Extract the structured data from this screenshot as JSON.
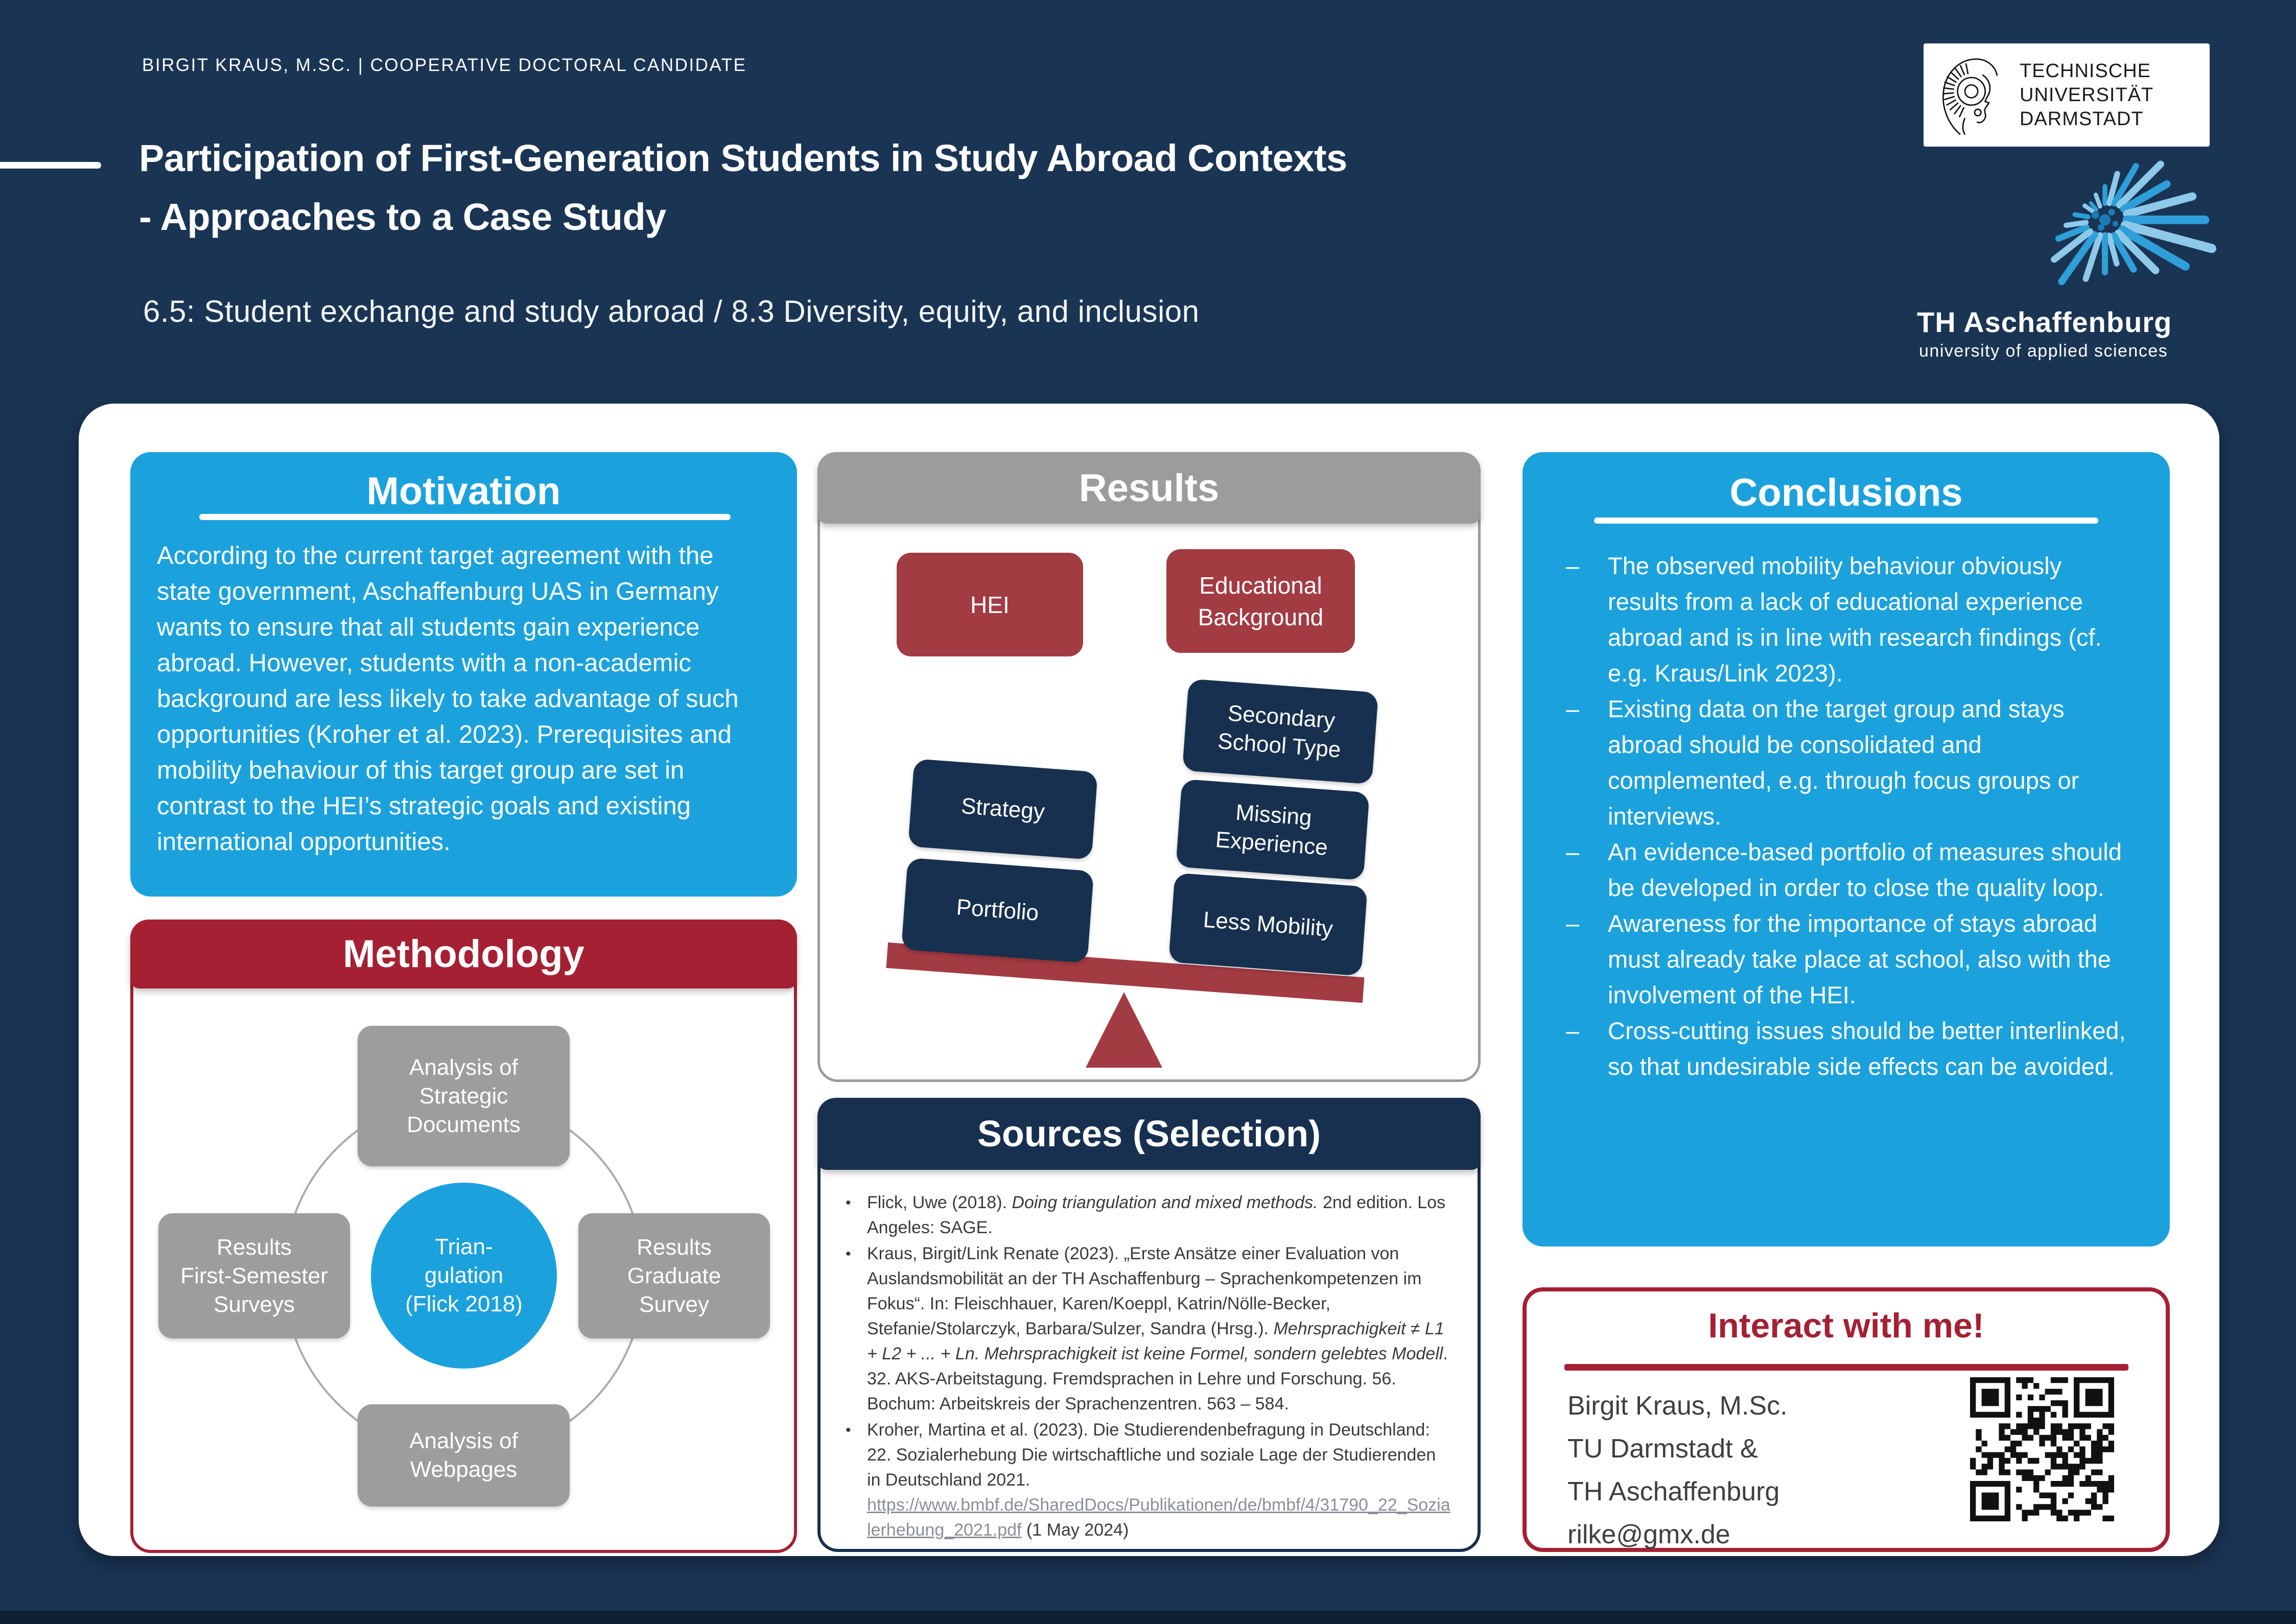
{
  "colors": {
    "background_navy": "#1A3454",
    "box_navy": "#17304F",
    "accent_blue": "#1BA2DD",
    "header_red": "#A52033",
    "box_red": "#A33B43",
    "header_gray": "#9C9C9C",
    "body_ink": "#3B3B3B",
    "footer_navy": "#0E2134"
  },
  "header": {
    "kicker": "BIRGIT KRAUS, M.SC. | COOPERATIVE DOCTORAL CANDIDATE",
    "title_line1": "Participation of First-Generation Students in Study Abroad Contexts",
    "title_line2": "- Approaches to a Case Study",
    "subtitle": "6.5: Student exchange and study abroad / 8.3 Diversity, equity, and inclusion"
  },
  "logos": {
    "tu": {
      "line1": "TECHNISCHE",
      "line2": "UNIVERSITÄT",
      "line3": "DARMSTADT"
    },
    "th": {
      "name": "TH Aschaffenburg",
      "tagline": "university of applied sciences"
    }
  },
  "motivation": {
    "title": "Motivation",
    "body": "According to the current target agreement with the state government, Aschaffenburg UAS in Germany wants to ensure that all students gain experience abroad. However, students with a non-academic background are less likely to take advantage of such opportunities (Kroher et al. 2023). Prerequisites and mobility behaviour of this target group are set in contrast to the HEI’s strategic goals and existing international opportunities."
  },
  "methodology": {
    "title": "Methodology",
    "node_top": "Analysis of\nStrategic\nDocuments",
    "node_left": "Results\nFirst-Semester\nSurveys",
    "node_right": "Results\nGraduate\nSurvey",
    "node_bottom": "Analysis of\nWebpages",
    "center": "Trian-\ngulation\n(Flick 2018)"
  },
  "results": {
    "title": "Results",
    "hei": "HEI",
    "educational_background": "Educational\nBackground",
    "strategy": "Strategy",
    "portfolio": "Portfolio",
    "secondary_school_type": "Secondary\nSchool Type",
    "missing_experience": "Missing\nExperience",
    "less_mobility": "Less Mobility"
  },
  "sources": {
    "title": "Sources (Selection)",
    "marker": "•",
    "entries": [
      {
        "pre": "Flick, Uwe (2018). ",
        "italic": "Doing triangulation and mixed methods.",
        "post": " 2nd edition. Los Angeles: SAGE."
      },
      {
        "pre": "Kraus, Birgit/Link Renate (2023). „Erste Ansätze einer Evaluation von Auslandsmobilität an der TH Aschaffenburg – Sprachenkompetenzen im Fokus“. In: Fleischhauer, Karen/Koeppl, Katrin/Nölle-Becker, Stefanie/Stolarczyk, Barbara/Sulzer, Sandra (Hrsg.). ",
        "italic": "Mehrsprachigkeit ≠ L1 + L2 + ... + Ln. Mehrsprachigkeit ist keine Formel, sondern gelebtes Modell",
        "post": ". 32. AKS-Arbeitstagung. Fremdsprachen in Lehre und Forschung. 56. Bochum: Arbeitskreis der Sprachenzentren. 563 – 584."
      },
      {
        "pre": "Kroher, Martina et al. (2023). Die Studierendenbefragung in Deutschland: 22. Sozialerhebung Die wirtschaftliche und soziale Lage der Studierenden in Deutschland 2021. ",
        "link": "https://www.bmbf.de/SharedDocs/Publikationen/de/bmbf/4/31790_22_Sozialerhebung_2021.pdf",
        "post": " (1 May 2024)"
      }
    ]
  },
  "conclusions": {
    "title": "Conclusions",
    "marker": "–",
    "bullets": [
      "The observed mobility behaviour obviously results from a lack of educational experience abroad and is in line with research findings (cf. e.g. Kraus/Link 2023).",
      "Existing data on the target group and stays abroad should be consolidated and complemented, e.g. through focus groups or interviews.",
      "An evidence-based portfolio of measures should be developed in order to close the quality loop.",
      "Awareness for the importance of stays abroad must already take place at school, also with the involvement of the HEI.",
      "Cross-cutting issues should be better interlinked, so that undesirable side effects can be avoided."
    ]
  },
  "interact": {
    "title": "Interact with me!",
    "name": "Birgit Kraus, M.Sc.",
    "org1": "TU Darmstadt &",
    "org2": "TH Aschaffenburg",
    "email": "rilke@gmx.de"
  }
}
